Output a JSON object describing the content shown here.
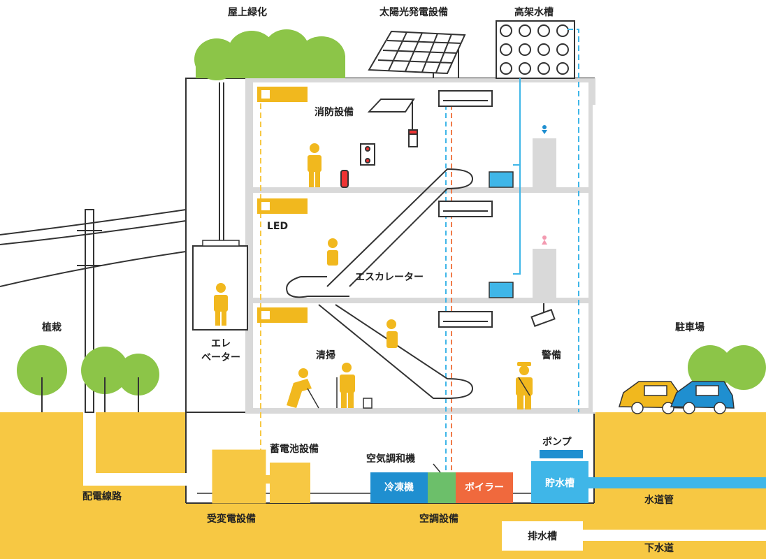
{
  "labels": {
    "rooftop_greenery": "屋上緑化",
    "solar": "太陽光発電設備",
    "water_tank": "高架水槽",
    "fire_equipment": "消防設備",
    "led": "LED",
    "escalator": "エスカレーター",
    "elevator": "エレ\nベーター",
    "cleaning": "清掃",
    "security": "警備",
    "planting": "植栽",
    "parking": "駐車場",
    "battery": "蓄電池設備",
    "air_conditioner": "空気調和機",
    "refrigerator": "冷凍機",
    "boiler": "ボイラー",
    "pump": "ポンプ",
    "water_storage": "貯水槽",
    "distribution_line": "配電線路",
    "substation": "受変電設備",
    "hvac": "空調設備",
    "water_main": "水道管",
    "drainage_tank": "排水槽",
    "sewer": "下水道"
  },
  "colors": {
    "ground": "#f7c843",
    "building_fill": "#ffffff",
    "wall_gray": "#d9d9d9",
    "person_yellow": "#f1b81e",
    "water_blue": "#3fb6e8",
    "hot_orange": "#f07b4a",
    "fridge_blue": "#1f8fd0",
    "boiler_red": "#f0693d",
    "ac_green": "#6cbf6a",
    "tree_green": "#8cc548",
    "line_dark": "#333333"
  }
}
